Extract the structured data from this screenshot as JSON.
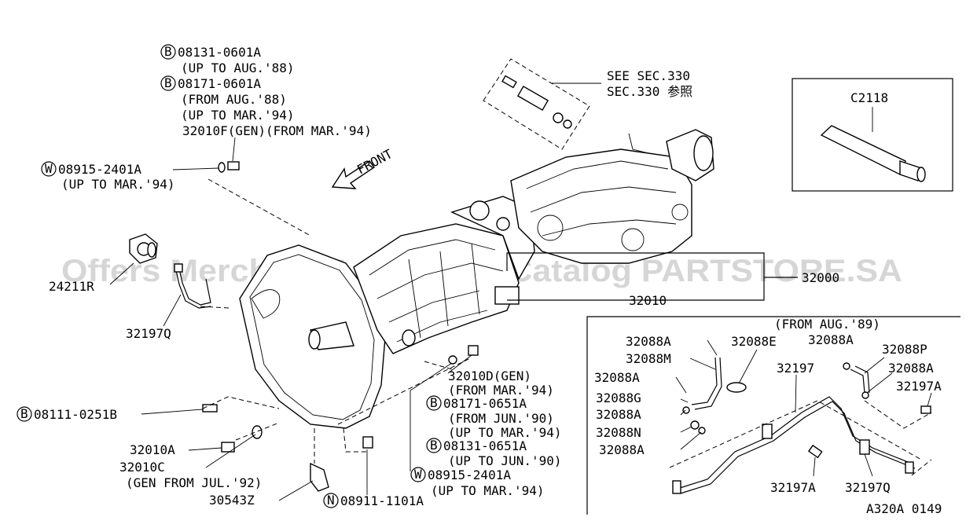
{
  "watermark": "Offers Merchant Auto Parts Catalog PARTSTORE.SA",
  "diagram_code": "A320A 0149",
  "front_label": "FRONT",
  "see_section": [
    "SEE SEC.330",
    "SEC.330 参照"
  ],
  "inset_label": "C2118",
  "inset_bottom_title": "(FROM AUG.'89)",
  "labels": {
    "b08131_0601a": "08131-0601A",
    "up_to_aug88": "(UP TO AUG.'88)",
    "b08171_0601a": "08171-0601A",
    "from_aug88": "(FROM AUG.'88)",
    "up_to_mar94_a": "(UP TO MAR.'94)",
    "p32010f": "32010F(GEN)(FROM MAR.'94)",
    "w08915_2401a_top": "08915-2401A",
    "up_to_mar94_b": "(UP TO MAR.'94)",
    "p24211r": "24211R",
    "p32197q": "32197Q",
    "p32000": "32000",
    "p32010": "32010",
    "b08111_0251b": "08111-0251B",
    "p32010a": "32010A",
    "p32010c": "32010C",
    "gen_from_jul92": "(GEN FROM JUL.'92)",
    "p30543z": "30543Z",
    "n08911_1101a": "08911-1101A",
    "p32010d": "32010D(GEN)",
    "from_mar94": "(FROM MAR.'94)",
    "b08171_0651a": "08171-0651A",
    "from_jun90": "(FROM JUN.'90)",
    "up_to_mar94_c": "(UP TO MAR.'94)",
    "b08131_0651a": "08131-0651A",
    "up_to_jun90": "(UP TO JUN.'90)",
    "w08915_2401a_bot": "08915-2401A",
    "up_to_mar94_d": "(UP TO MAR.'94)",
    "p32088a_1": "32088A",
    "p32088m": "32088M",
    "p32088a_2": "32088A",
    "p32088g": "32088G",
    "p32088a_3": "32088A",
    "p32088n": "32088N",
    "p32088a_4": "32088A",
    "p32088e": "32088E",
    "p32088a_5": "32088A",
    "p32088p": "32088P",
    "p32197": "32197",
    "p32088a_6": "32088A",
    "p32197a_1": "32197A",
    "p32197a_2": "32197A",
    "p32197q_2": "32197Q"
  },
  "symbols": {
    "bolt": "B",
    "washer": "W",
    "nut": "N"
  }
}
